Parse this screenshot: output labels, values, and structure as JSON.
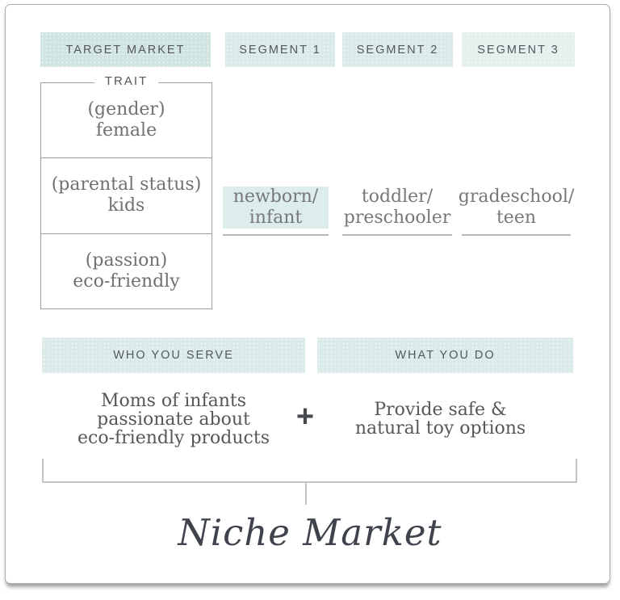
{
  "palette": {
    "header_band_primary": "#d0e4e2",
    "header_band_segment": "#d9eae8",
    "header_band_segment3": "#e4f0ee",
    "highlight_bg": "#ddedeb",
    "header_text": "#54575c",
    "body_text": "#6e7174",
    "statement_text": "#55585b",
    "script_text": "#3e434c",
    "box_border": "#9ca1a5",
    "underline": "#b5b8ba",
    "bracket": "#c3c6c8",
    "card_border": "#a8adb1"
  },
  "top_row": {
    "target_market_label": "TARGET MARKET",
    "segments": [
      {
        "label": "SEGMENT 1"
      },
      {
        "label": "SEGMENT 2"
      },
      {
        "label": "SEGMENT 3"
      }
    ]
  },
  "trait_box": {
    "label": "TRAIT",
    "rows": [
      {
        "text": "(gender)\nfemale"
      },
      {
        "text": "(parental status)\nkids"
      },
      {
        "text": "(passion)\neco-friendly"
      }
    ]
  },
  "segment_values": [
    {
      "text": "newborn/\ninfant",
      "highlighted": true
    },
    {
      "text": "toddler/\npreschooler",
      "highlighted": false
    },
    {
      "text": "gradeschool/\nteen",
      "highlighted": false
    }
  ],
  "bottom_row": {
    "who_label": "WHO YOU SERVE",
    "what_label": "WHAT YOU DO",
    "who_text": "Moms of infants\npassionate about\neco-friendly products",
    "plus": "+",
    "what_text": "Provide safe &\nnatural toy options",
    "result_label": "Niche Market"
  }
}
